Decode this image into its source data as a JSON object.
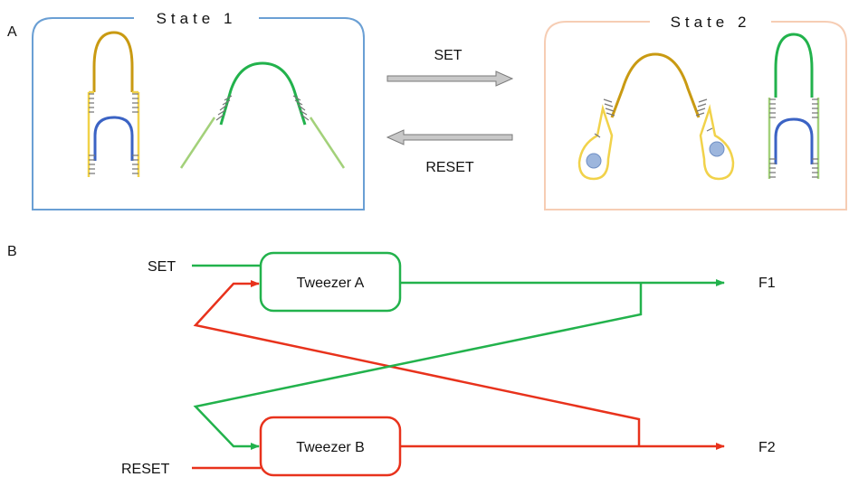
{
  "panel_a": {
    "label": "A",
    "state1": {
      "title": "State 1",
      "box_color": "#6a9fd4"
    },
    "state2": {
      "title": "State 2",
      "box_color": "#f6cdb4"
    },
    "set_label": "SET",
    "reset_label": "RESET"
  },
  "panel_b": {
    "label": "B",
    "tweezer_a": {
      "label": "Tweezer A",
      "color": "#22b24c"
    },
    "tweezer_b": {
      "label": "Tweezer B",
      "color": "#e8321c"
    },
    "input_set": "SET",
    "input_reset": "RESET",
    "output_1": "F1",
    "output_2": "F2"
  },
  "colors": {
    "gold": "#c99a12",
    "blue": "#3b63c4",
    "green": "#22b24c",
    "light_green": "#a3d17a",
    "yellow": "#f1d24a",
    "grey_arrow": "#c8c8c8",
    "red": "#e8321c"
  }
}
